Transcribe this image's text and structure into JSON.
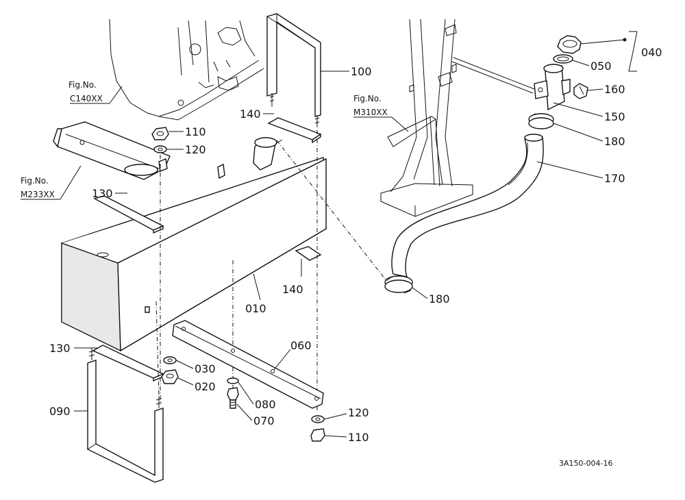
{
  "part_labels": {
    "p010": "010",
    "p020": "020",
    "p030": "030",
    "p040": "040",
    "p050": "050",
    "p060": "060",
    "p070": "070",
    "p080": "080",
    "p090": "090",
    "p100": "100",
    "p110a": "110",
    "p110b": "110",
    "p120a": "120",
    "p120b": "120",
    "p130a": "130",
    "p130b": "130",
    "p140a": "140",
    "p140b": "140",
    "p150": "150",
    "p160": "160",
    "p170": "170",
    "p180a": "180",
    "p180b": "180"
  },
  "figure_refs": {
    "c140_title": "Fig.No.",
    "c140_code": "C140XX",
    "m233_title": "Fig.No.",
    "m233_code": "M233XX",
    "m310_title": "Fig.No.",
    "m310_code": "M310XX"
  },
  "drawing_code": "3A150-004-16"
}
